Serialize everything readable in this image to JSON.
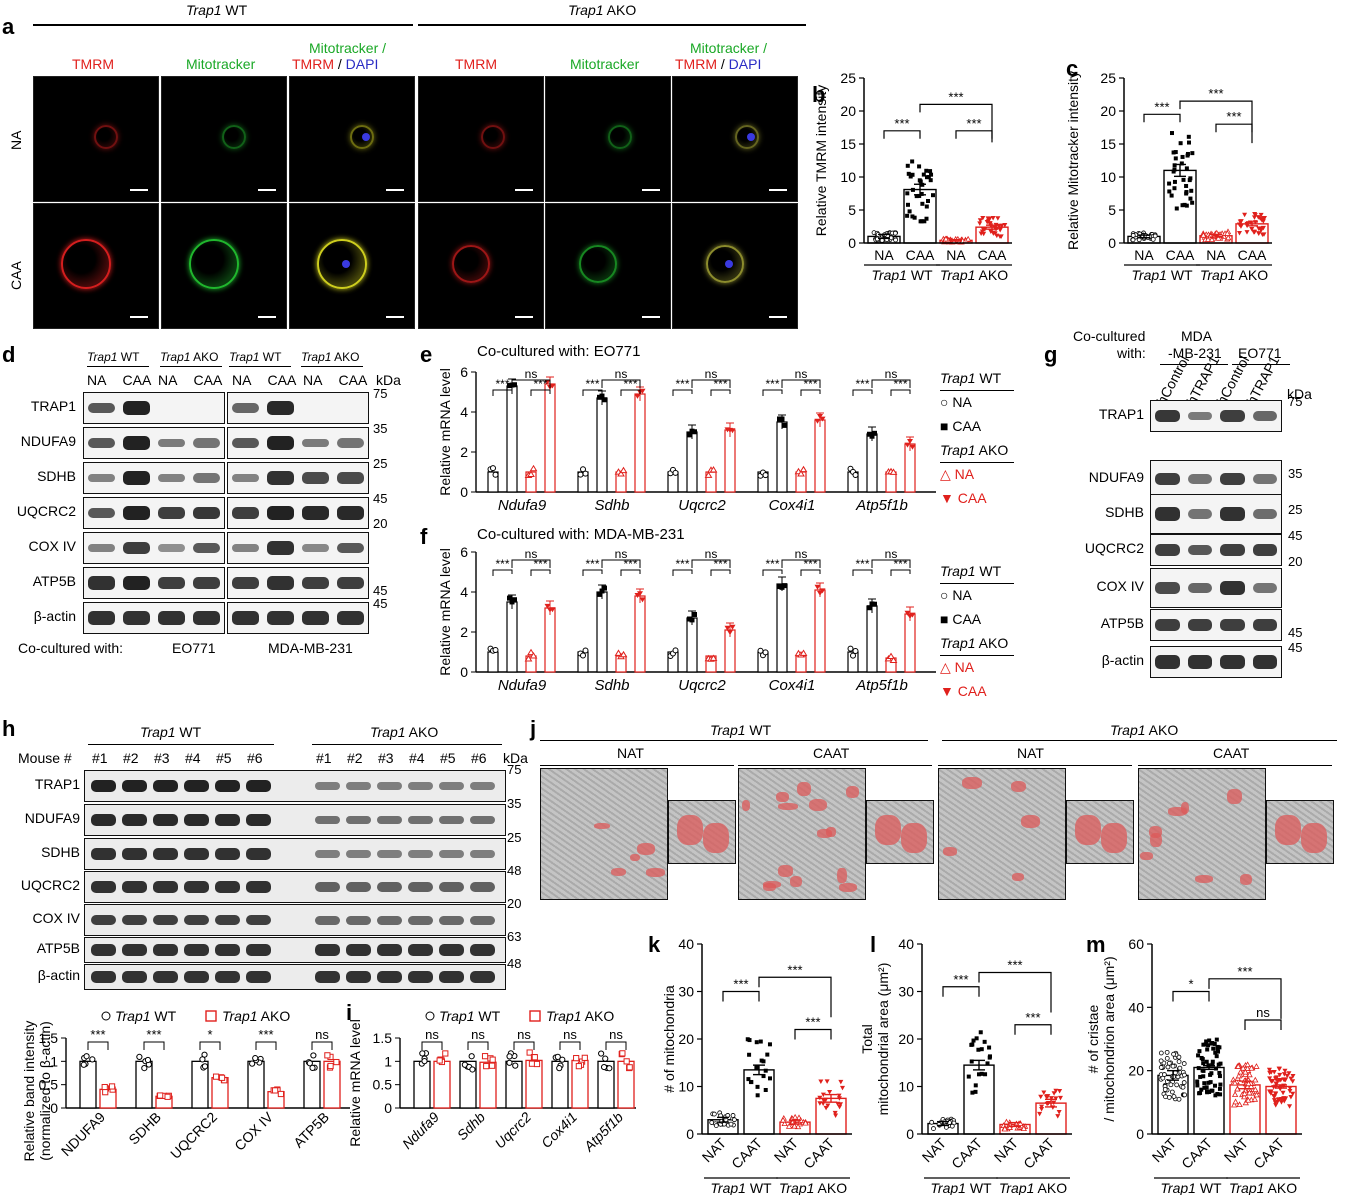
{
  "panel_letters": {
    "a": "a",
    "b": "b",
    "c": "c",
    "d": "d",
    "e": "e",
    "f": "f",
    "g": "g",
    "h": "h",
    "i": "i",
    "j": "j",
    "k": "k",
    "l": "l",
    "m": "m"
  },
  "genotypes": {
    "wt_gene": "Trap1",
    "wt_suffix": " WT",
    "ako_gene": "Trap1",
    "ako_suffix": " AKO"
  },
  "panel_a": {
    "channels": [
      "TMRM",
      "Mitotracker",
      "Mitotracker /",
      "TMRM",
      " / ",
      "DAPI"
    ],
    "rows": [
      "NA",
      "CAA"
    ]
  },
  "panel_b": {
    "ylabel": "Relative TMRM intensity"
  },
  "panel_c": {
    "ylabel": "Relative Mitotracker intensity"
  },
  "panel_d": {
    "cond": [
      "NA",
      "CAA",
      "NA",
      "CAA",
      "NA",
      "CAA",
      "NA",
      "CAA"
    ],
    "proteins": [
      "TRAP1",
      "NDUFA9",
      "SDHB",
      "UQCRC2",
      "COX IV",
      "ATP5B",
      "β-actin"
    ],
    "kda_unit": "kDa",
    "kda": [
      "75",
      "35",
      "25",
      "45",
      "20",
      "45",
      "45"
    ],
    "cocultured": "Co-cultured with:",
    "cells": [
      "EO771",
      "MDA-MB-231"
    ]
  },
  "panel_e": {
    "title": "Co-cultured with: EO771",
    "ylabel": "Relative mRNA level"
  },
  "panel_f": {
    "title": "Co-cultured with: MDA-MB-231",
    "ylabel": "Relative mRNA level"
  },
  "legend_ef": {
    "na": "NA",
    "caa": "CAA"
  },
  "panel_g": {
    "header": "Co-cultured",
    "header2": "with:",
    "cell1a": "MDA",
    "cell1b": "-MB-231",
    "cell2": "EO771",
    "lanes": [
      "shControl",
      "shTRAP1",
      "shControl",
      "shTRAP1"
    ],
    "kda_unit": "kDa",
    "proteins": [
      "TRAP1",
      "NDUFA9",
      "SDHB",
      "UQCRC2",
      "COX IV",
      "ATP5B",
      "β-actin"
    ],
    "kda": [
      "75",
      "35",
      "25",
      "45",
      "20",
      "45",
      "45"
    ]
  },
  "panel_h": {
    "mouse_label": "Mouse #",
    "mice": [
      "#1",
      "#2",
      "#3",
      "#4",
      "#5",
      "#6"
    ],
    "kda_unit": "kDa",
    "proteins": [
      "TRAP1",
      "NDUFA9",
      "SDHB",
      "UQCRC2",
      "COX IV",
      "ATP5B",
      "β-actin"
    ],
    "kda": [
      "75",
      "35",
      "25",
      "48",
      "20",
      "63",
      "48"
    ],
    "ylabel1": "Relative band intensity",
    "ylabel2": "(normalized to β-actin)"
  },
  "panel_i": {
    "ylabel": "Relative mRNA level"
  },
  "panel_j": {
    "tissues": [
      "NAT",
      "CAAT",
      "NAT",
      "CAAT"
    ]
  },
  "panel_k": {
    "ylabel": "# of mitochondria"
  },
  "panel_l": {
    "ylabel1": "Total",
    "ylabel2": "mitochondrial area (μm²)"
  },
  "panel_m": {
    "ylabel1": "# of cristae",
    "ylabel2": "/ mitochondrion area (μm²)"
  },
  "chart_data": [
    {
      "id": "b",
      "type": "bar",
      "categories": [
        "NA",
        "CAA",
        "NA",
        "CAA"
      ],
      "values": [
        1.0,
        8.1,
        0.4,
        2.4
      ],
      "errors": [
        0.3,
        0.8,
        0.1,
        0.3
      ],
      "ylim": [
        0,
        25
      ],
      "yticks": [
        0,
        5,
        10,
        15,
        20,
        25
      ],
      "ylabel": "Relative TMRM intensity",
      "groups": [
        "Trap1 WT",
        "Trap1 AKO"
      ],
      "stats": [
        {
          "from": 0,
          "to": 1,
          "label": "***"
        },
        {
          "from": 2,
          "to": 3,
          "label": "***"
        },
        {
          "from": 1,
          "to": 3,
          "label": "***"
        }
      ]
    },
    {
      "id": "c",
      "type": "bar",
      "categories": [
        "NA",
        "CAA",
        "NA",
        "CAA"
      ],
      "values": [
        1.0,
        11.0,
        1.1,
        2.9
      ],
      "errors": [
        0.2,
        0.9,
        0.2,
        0.3
      ],
      "ylim": [
        0,
        25
      ],
      "yticks": [
        0,
        5,
        10,
        15,
        20,
        25
      ],
      "ylabel": "Relative Mitotracker intensity",
      "groups": [
        "Trap1 WT",
        "Trap1 AKO"
      ],
      "stats": [
        {
          "from": 0,
          "to": 1,
          "label": "***"
        },
        {
          "from": 2,
          "to": 3,
          "label": "***"
        },
        {
          "from": 1,
          "to": 3,
          "label": "***"
        }
      ]
    },
    {
      "id": "e",
      "type": "bar",
      "categories": [
        "Ndufa9",
        "Sdhb",
        "Uqcrc2",
        "Cox4i1",
        "Atp5f1b"
      ],
      "series": [
        {
          "name": "Trap1 WT NA",
          "values": [
            1,
            1,
            1,
            1,
            1
          ]
        },
        {
          "name": "Trap1 WT CAA",
          "values": [
            5.3,
            4.7,
            3.0,
            3.5,
            2.9
          ]
        },
        {
          "name": "Trap1 AKO NA",
          "values": [
            1,
            1,
            1,
            1,
            1
          ]
        },
        {
          "name": "Trap1 AKO CAA",
          "values": [
            5.4,
            4.9,
            3.1,
            3.6,
            2.4
          ]
        }
      ],
      "ylim": [
        0,
        6
      ],
      "yticks": [
        0,
        2,
        4,
        6
      ],
      "ylabel": "Relative mRNA level",
      "stats": [
        "***",
        "ns",
        "***"
      ]
    },
    {
      "id": "f",
      "type": "bar",
      "categories": [
        "Ndufa9",
        "Sdhb",
        "Uqcrc2",
        "Cox4i1",
        "Atp5f1b"
      ],
      "series": [
        {
          "name": "Trap1 WT NA",
          "values": [
            1,
            1,
            1,
            1,
            1
          ]
        },
        {
          "name": "Trap1 WT CAA",
          "values": [
            3.5,
            4.0,
            2.7,
            4.4,
            3.3
          ]
        },
        {
          "name": "Trap1 AKO NA",
          "values": [
            0.8,
            0.8,
            0.8,
            0.8,
            0.7
          ]
        },
        {
          "name": "Trap1 AKO CAA",
          "values": [
            3.2,
            3.8,
            2.1,
            4.1,
            2.9
          ]
        }
      ],
      "ylim": [
        0,
        6
      ],
      "yticks": [
        0,
        2,
        4,
        6
      ],
      "ylabel": "Relative mRNA level",
      "stats": [
        "***",
        "ns",
        "***"
      ]
    },
    {
      "id": "h",
      "type": "bar",
      "categories": [
        "NDUFA9",
        "SDHB",
        "UQCRC2",
        "COX IV",
        "ATP5B"
      ],
      "series": [
        {
          "name": "Trap1 WT",
          "values": [
            1,
            1,
            1,
            1,
            1
          ]
        },
        {
          "name": "Trap1 AKO",
          "values": [
            0.4,
            0.25,
            0.65,
            0.35,
            1.0
          ]
        }
      ],
      "ylim": [
        0,
        1.5
      ],
      "yticks": [
        0,
        0.5,
        1,
        1.5
      ],
      "ytick_labels": [
        "0",
        "0.5",
        "1",
        "1.5"
      ],
      "stats": [
        "***",
        "***",
        "*",
        "***",
        "ns"
      ]
    },
    {
      "id": "i",
      "type": "bar",
      "categories": [
        "Ndufa9",
        "Sdhb",
        "Uqcrc2",
        "Cox4i1",
        "Atp5f1b"
      ],
      "series": [
        {
          "name": "Trap1 WT",
          "values": [
            1,
            1,
            1,
            1,
            1
          ]
        },
        {
          "name": "Trap1 AKO",
          "values": [
            1.0,
            0.98,
            1.02,
            1.02,
            1.0
          ]
        }
      ],
      "ylim": [
        0,
        1.5
      ],
      "yticks": [
        0,
        0.5,
        1,
        1.5
      ],
      "ytick_labels": [
        "0",
        "0.5",
        "1",
        "1.5"
      ],
      "ylabel": "Relative mRNA level",
      "stats": [
        "ns",
        "ns",
        "ns",
        "ns",
        "ns"
      ]
    },
    {
      "id": "k",
      "type": "bar",
      "categories": [
        "NAT",
        "CAAT",
        "NAT",
        "CAAT"
      ],
      "values": [
        3,
        13.5,
        2.5,
        7.5
      ],
      "errors": [
        0.5,
        1,
        0.4,
        0.8
      ],
      "ylim": [
        0,
        40
      ],
      "yticks": [
        0,
        10,
        20,
        30,
        40
      ],
      "ylabel": "# of mitochondria",
      "groups": [
        "Trap1 WT",
        "Trap1 AKO"
      ],
      "stats": [
        {
          "from": 0,
          "to": 1,
          "label": "***"
        },
        {
          "from": 2,
          "to": 3,
          "label": "***"
        },
        {
          "from": 1,
          "to": 3,
          "label": "***"
        }
      ]
    },
    {
      "id": "l",
      "type": "bar",
      "categories": [
        "NAT",
        "CAAT",
        "NAT",
        "CAAT"
      ],
      "values": [
        2.2,
        14.5,
        2.0,
        6.5
      ],
      "errors": [
        0.4,
        1,
        0.4,
        0.8
      ],
      "ylim": [
        0,
        40
      ],
      "yticks": [
        0,
        10,
        20,
        30,
        40
      ],
      "ylabel": "Total mitochondrial area (μm²)",
      "groups": [
        "Trap1 WT",
        "Trap1 AKO"
      ],
      "stats": [
        {
          "from": 0,
          "to": 1,
          "label": "***"
        },
        {
          "from": 2,
          "to": 3,
          "label": "***"
        },
        {
          "from": 1,
          "to": 3,
          "label": "***"
        }
      ]
    },
    {
      "id": "m",
      "type": "bar",
      "categories": [
        "NAT",
        "CAAT",
        "NAT",
        "CAAT"
      ],
      "values": [
        18.5,
        21,
        15.5,
        15
      ],
      "errors": [
        1.5,
        0.6,
        1.2,
        0.5
      ],
      "ylim": [
        0,
        60
      ],
      "yticks": [
        0,
        20,
        40,
        60
      ],
      "ylabel": "# of cristae / mitochondrion area (μm²)",
      "groups": [
        "Trap1 WT",
        "Trap1 AKO"
      ],
      "stats": [
        {
          "from": 0,
          "to": 1,
          "label": "*"
        },
        {
          "from": 2,
          "to": 3,
          "label": "ns"
        },
        {
          "from": 1,
          "to": 3,
          "label": "***"
        }
      ]
    }
  ]
}
